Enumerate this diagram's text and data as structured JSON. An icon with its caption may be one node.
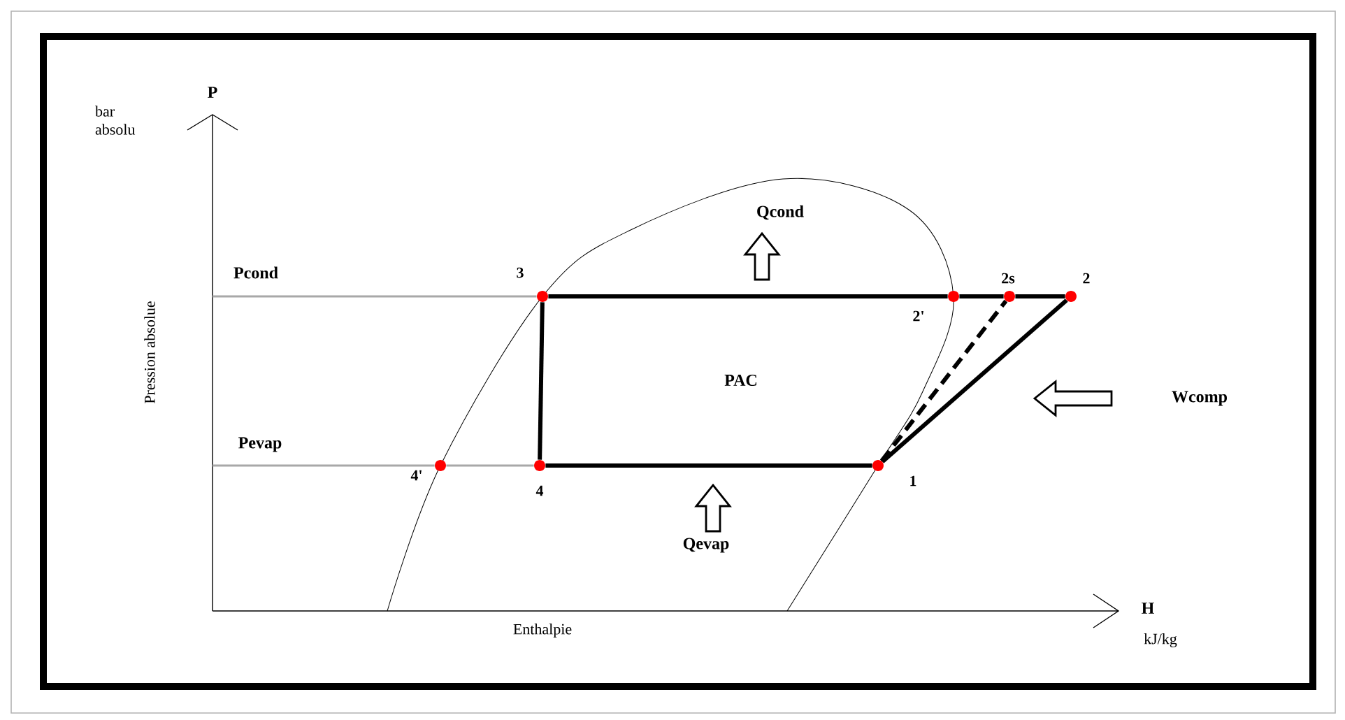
{
  "diagram": {
    "nodes": [
      {
        "text": [],
        "shape": "circle",
        "beside": [
          "3"
        ]
      },
      {
        "text": [],
        "shape": "circle",
        "beside": [
          "2'"
        ]
      },
      {
        "text": [],
        "shape": "circle",
        "beside": [
          "2s"
        ]
      },
      {
        "text": [],
        "shape": "circle",
        "beside": [
          "2"
        ]
      },
      {
        "text": [],
        "shape": "circle",
        "beside": [
          "4'"
        ]
      },
      {
        "text": [],
        "shape": "circle",
        "beside": [
          "4"
        ]
      },
      {
        "text": [],
        "shape": "circle",
        "beside": [
          "1"
        ]
      }
    ],
    "edges": [
      {
        "from": null,
        "to": 0,
        "arrow": "none",
        "color": "#a8a8a8"
      },
      {
        "from": 0,
        "to": 1,
        "arrow": "none"
      },
      {
        "from": 1,
        "to": 2,
        "arrow": "none"
      },
      {
        "from": 2,
        "to": 3,
        "arrow": "none"
      },
      {
        "from": 0,
        "to": 5,
        "arrow": "none"
      },
      {
        "from": null,
        "to": 4,
        "arrow": "none",
        "color": "#a8a8a8"
      },
      {
        "from": 4,
        "to": 5,
        "arrow": "none",
        "color": "#a8a8a8"
      },
      {
        "from": 5,
        "to": 6,
        "arrow": "none"
      },
      {
        "from": 6,
        "to": 2,
        "arrow": "none",
        "style": "dashed"
      },
      {
        "from": 6,
        "to": 3,
        "arrow": "none"
      }
    ],
    "labels": [
      "P",
      "bar absolu",
      "Pression absolue",
      "Pcond",
      "Qcond",
      "PAC",
      "Wcomp",
      "Pevap",
      "Qevap",
      "H",
      "kJ/kg",
      "Enthalpie"
    ]
  }
}
